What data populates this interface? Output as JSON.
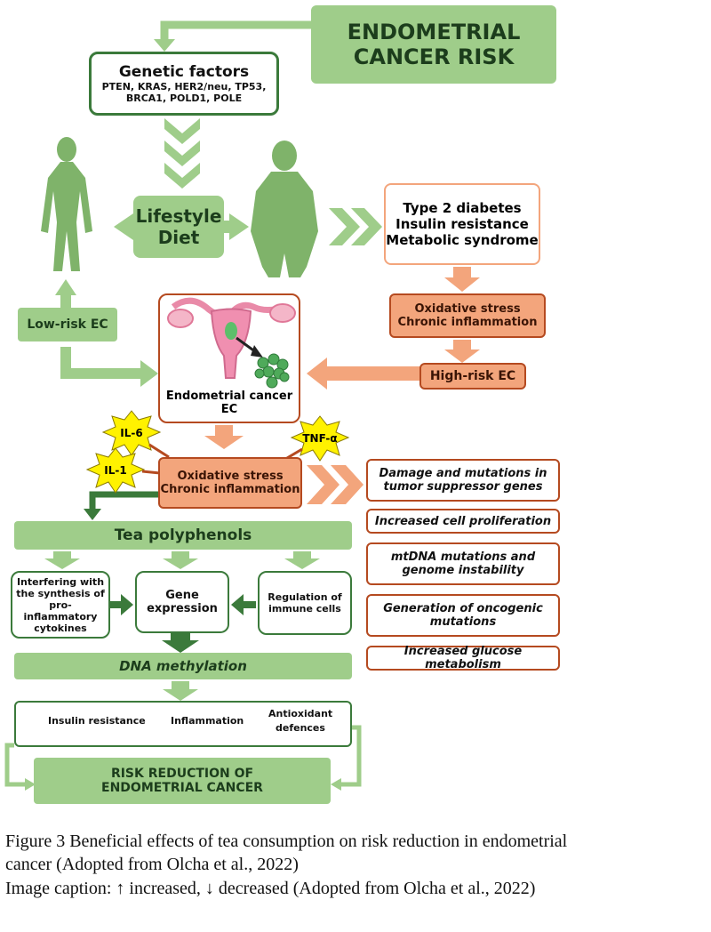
{
  "title": {
    "line1": "ENDOMETRIAL",
    "line2": "CANCER RISK"
  },
  "genetic": {
    "heading": "Genetic factors",
    "genes_line1": "PTEN, KRAS, HER2/neu, TP53,",
    "genes_line2": "BRCA1, POLD1, POLE"
  },
  "lifestyle": {
    "line1": "Lifestyle",
    "line2": "Diet"
  },
  "metabolic": {
    "line1": "Type 2 diabetes",
    "line2": "Insulin resistance",
    "line3": "Metabolic syndrome"
  },
  "oxidative_top": {
    "line1": "Oxidative stress",
    "line2": "Chronic inflammation"
  },
  "high_risk": "High-risk EC",
  "low_risk": "Low-risk EC",
  "ec": {
    "line1": "Endometrial cancer",
    "line2": "EC"
  },
  "cytokines": [
    "IL-6",
    "IL-1",
    "TNF-α"
  ],
  "oxidative_mid": {
    "line1": "Oxidative stress",
    "line2": "Chronic inflammation"
  },
  "effects": [
    {
      "line1": "Damage and mutations in",
      "line2": "tumor suppressor genes"
    },
    {
      "line1": "Increased cell proliferation",
      "line2": ""
    },
    {
      "line1": "mtDNA mutations and",
      "line2": "genome instability"
    },
    {
      "line1": "Generation of oncogenic",
      "line2": "mutations"
    },
    {
      "line1": "Increased glucose metabolism",
      "line2": ""
    }
  ],
  "tea": "Tea polyphenols",
  "mechanisms": {
    "left": {
      "line1": "Interfering with",
      "line2": "the synthesis of",
      "line3": "pro-inflammatory",
      "line4": "cytokines"
    },
    "center": {
      "line1": "Gene",
      "line2": "expression"
    },
    "right": {
      "line1": "Regulation of",
      "line2": "immune cells"
    }
  },
  "dna": "DNA methylation",
  "outcomes": {
    "insulin": "Insulin resistance",
    "inflammation": "Inflammation",
    "antioxidant_line1": "Antioxidant",
    "antioxidant_line2": "defences"
  },
  "risk_reduction": {
    "line1": "RISK REDUCTION OF",
    "line2": "ENDOMETRIAL CANCER"
  },
  "caption": {
    "line1": "Figure 3 Beneficial effects of tea consumption on risk reduction in endometrial",
    "line2": "cancer (Adopted from Olcha et al., 2022)",
    "line3": "Image caption: ↑ increased, ↓ decreased (Adopted from Olcha et al., 2022)"
  },
  "colors": {
    "green_fill": "#9fcd8a",
    "green_dark": "#3b7a3b",
    "orange_fill": "#f3a57c",
    "orange_border": "#b54a20",
    "burst": "#fff200"
  }
}
